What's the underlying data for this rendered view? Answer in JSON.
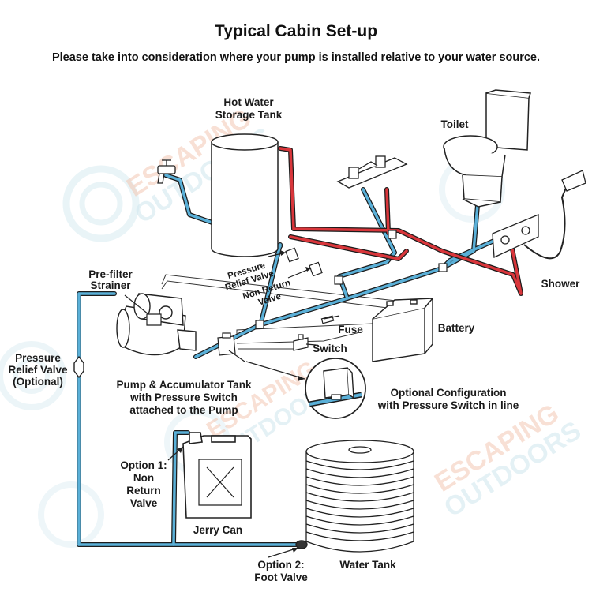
{
  "title": "Typical Cabin Set-up",
  "subtitle": "Please take into consideration where your pump is installed relative to your water source.",
  "watermark": {
    "line1": "ESCAPING",
    "line2": "OUTDOORS"
  },
  "labels": {
    "hot_water_1": "Hot Water",
    "hot_water_2": "Storage Tank",
    "toilet": "Toilet",
    "shower": "Shower",
    "battery": "Battery",
    "fuse": "Fuse",
    "switch": "Switch",
    "prefilter_1": "Pre-filter",
    "prefilter_2": "Strainer",
    "prv_valve_1": "Pressure",
    "prv_valve_2": "Relief Valve",
    "nrv_valve_1": "Non Return",
    "nrv_valve_2": "Valve",
    "prv_opt_1": "Pressure",
    "prv_opt_2": "Relief Valve",
    "prv_opt_3": "(Optional)",
    "pump_1": "Pump & Accumulator Tank",
    "pump_2": "with Pressure Switch",
    "pump_3": "attached to the Pump",
    "optconf_1": "Optional Configuration",
    "optconf_2": "with Pressure Switch in line",
    "opt1_1": "Option 1:",
    "opt1_2": "Non",
    "opt1_3": "Return",
    "opt1_4": "Valve",
    "jerry_can": "Jerry Can",
    "water_tank": "Water Tank",
    "opt2_1": "Option 2:",
    "opt2_2": "Foot Valve"
  },
  "colors": {
    "cold_pipe": "#5ab0d8",
    "hot_pipe": "#d9363b",
    "line": "#222222",
    "label": "#1a1a1a"
  }
}
